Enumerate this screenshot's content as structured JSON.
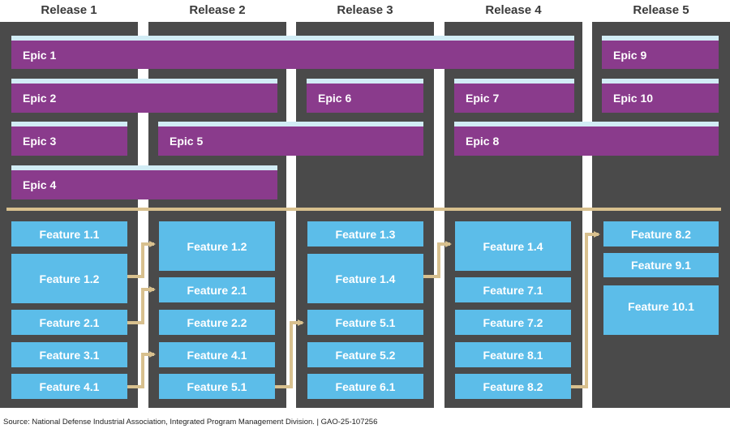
{
  "releases": [
    "Release 1",
    "Release 2",
    "Release 3",
    "Release 4",
    "Release 5"
  ],
  "epics": {
    "e1": "Epic 1",
    "e2": "Epic 2",
    "e3": "Epic 3",
    "e4": "Epic 4",
    "e5": "Epic 5",
    "e6": "Epic 6",
    "e7": "Epic 7",
    "e8": "Epic 8",
    "e9": "Epic 9",
    "e10": "Epic 10"
  },
  "features": {
    "r1": [
      "Feature 1.1",
      "Feature 1.2",
      "Feature 2.1",
      "Feature 3.1",
      "Feature 4.1"
    ],
    "r2": [
      "Feature 1.2",
      "Feature 2.1",
      "Feature 2.2",
      "Feature 4.1",
      "Feature 5.1"
    ],
    "r3": [
      "Feature 1.3",
      "Feature 1.4",
      "Feature 5.1",
      "Feature 5.2",
      "Feature 6.1"
    ],
    "r4": [
      "Feature 1.4",
      "Feature 7.1",
      "Feature 7.2",
      "Feature 8.1",
      "Feature 8.2"
    ],
    "r5": [
      "Feature 8.2",
      "Feature 9.1",
      "Feature 10.1"
    ]
  },
  "colors": {
    "column": "#4a4a4a",
    "epic": "#8a3b8c",
    "epic_top": "#d2ecf5",
    "feature": "#5cbde9",
    "arrow": "#d8c08e"
  },
  "source": "Source: National Defense Industrial Association, Integrated Program Management Division. | GAO-25-107256"
}
